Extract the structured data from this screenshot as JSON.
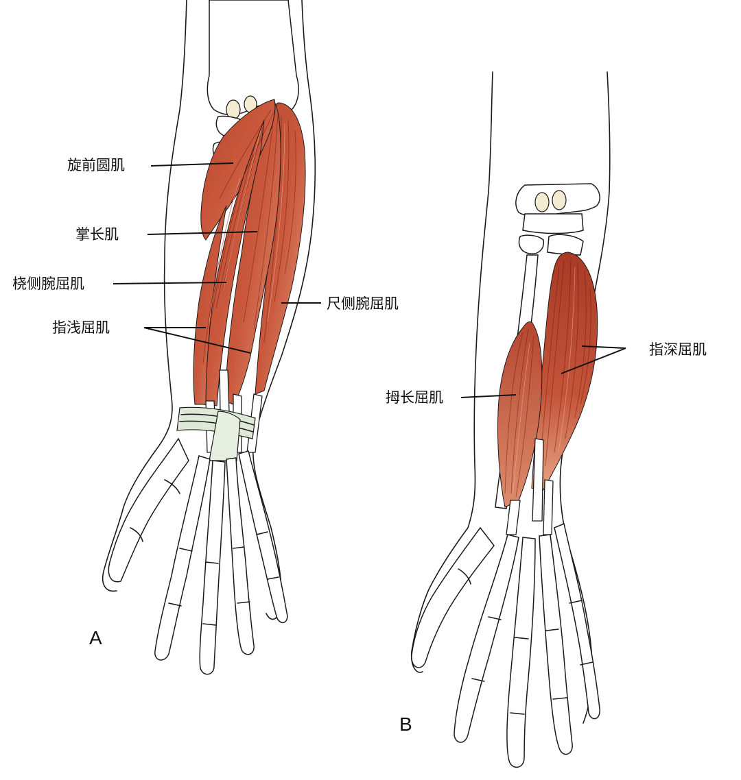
{
  "panels": [
    {
      "letter": "A"
    },
    {
      "letter": "B"
    }
  ],
  "labels": {
    "pronator_teres": "旋前圆肌",
    "palmaris_longus": "掌长肌",
    "flexor_carpi_radialis": "桡侧腕屈肌",
    "flexor_digitorum_superficialis": "指浅屈肌",
    "flexor_carpi_ulnaris": "尺侧腕屈肌",
    "flexor_digitorum_profundus": "指深屈肌",
    "flexor_pollicis_longus": "拇长屈肌"
  },
  "colors": {
    "muscle_dark": "#a33a24",
    "muscle_mid": "#c8553b",
    "muscle_light": "#e8a080",
    "retinaculum": "#dfe9d8",
    "outline": "#1a1a1a"
  }
}
